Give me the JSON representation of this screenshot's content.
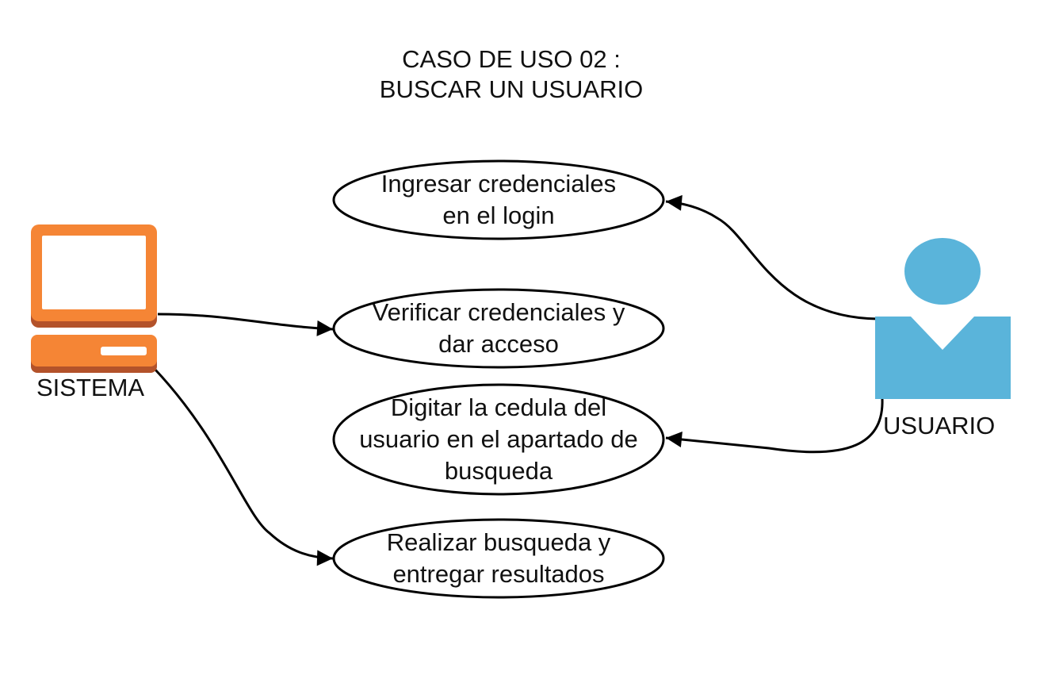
{
  "title": {
    "line1": "CASO DE USO 02 :",
    "line2": "BUSCAR UN USUARIO"
  },
  "actors": {
    "system": {
      "label": "SISTEMA",
      "icon": "desktop-computer-icon",
      "color": "#f58535",
      "shade": "#b3522a"
    },
    "user": {
      "label": "USUARIO",
      "icon": "person-icon",
      "color": "#5ab4da"
    }
  },
  "use_cases": [
    {
      "id": "uc1",
      "lines": [
        "Ingresar credenciales",
        "en el login"
      ],
      "actor": "user"
    },
    {
      "id": "uc2",
      "lines": [
        "Verificar credenciales y",
        "dar acceso"
      ],
      "actor": "system"
    },
    {
      "id": "uc3",
      "lines": [
        "Digitar la cedula del",
        "usuario en el apartado de",
        "busqueda"
      ],
      "actor": "user"
    },
    {
      "id": "uc4",
      "lines": [
        "Realizar busqueda y",
        "entregar resultados"
      ],
      "actor": "system"
    }
  ],
  "colors": {
    "line": "#000000",
    "ellipse_border": "#000000",
    "text": "#111111"
  }
}
